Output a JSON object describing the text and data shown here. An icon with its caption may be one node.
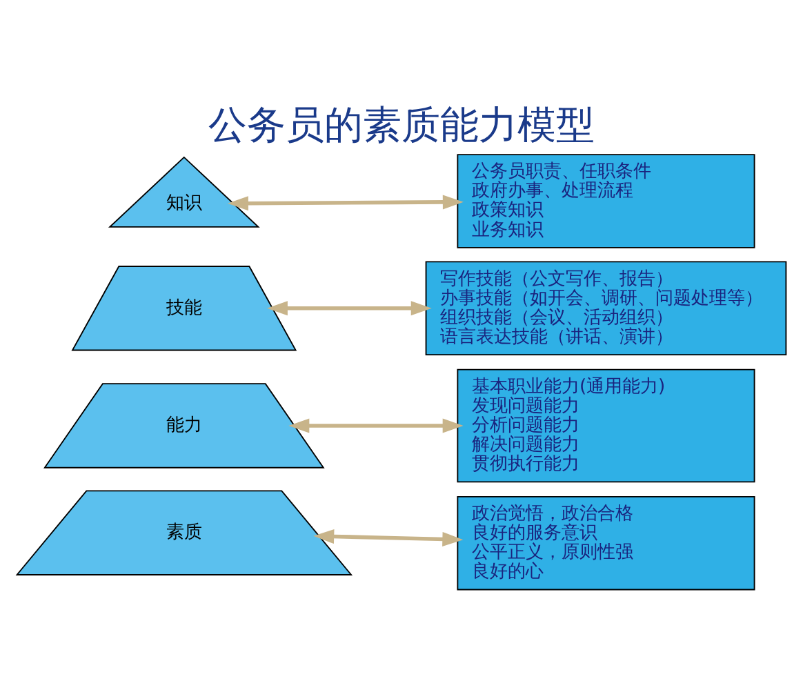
{
  "diagram": {
    "title": "公务员的素质能力模型",
    "nodes": [
      {
        "text": [
          "知识"
        ]
      },
      {
        "text": [
          "技能"
        ]
      },
      {
        "text": [
          "能力"
        ]
      },
      {
        "text": [
          "素质"
        ]
      },
      {
        "text": [
          "公务员职责、任职条件",
          "政府办事、处理流程",
          "政策知识",
          "业务知识"
        ]
      },
      {
        "text": [
          "写作技能（公文写作、报告）",
          "办事技能（如开会、调研、问题处理等）",
          "组织技能（会议、活动组织）",
          "语言表达技能（讲话、演讲）"
        ]
      },
      {
        "text": [
          "基本职业能力(通用能力)",
          "发现问题能力",
          "分析问题能力",
          "解决问题能力",
          "贯彻执行能力"
        ]
      },
      {
        "text": [
          "政治觉悟，政治合格",
          "良好的服务意识",
          "公平正义，原则性强",
          "良好的心"
        ]
      }
    ],
    "edges": [
      {
        "from": 0,
        "to": 4,
        "arrow": "both"
      },
      {
        "from": 1,
        "to": 5,
        "arrow": "both"
      },
      {
        "from": 2,
        "to": 6,
        "arrow": "both"
      },
      {
        "from": 3,
        "to": 7,
        "arrow": "both"
      }
    ]
  }
}
